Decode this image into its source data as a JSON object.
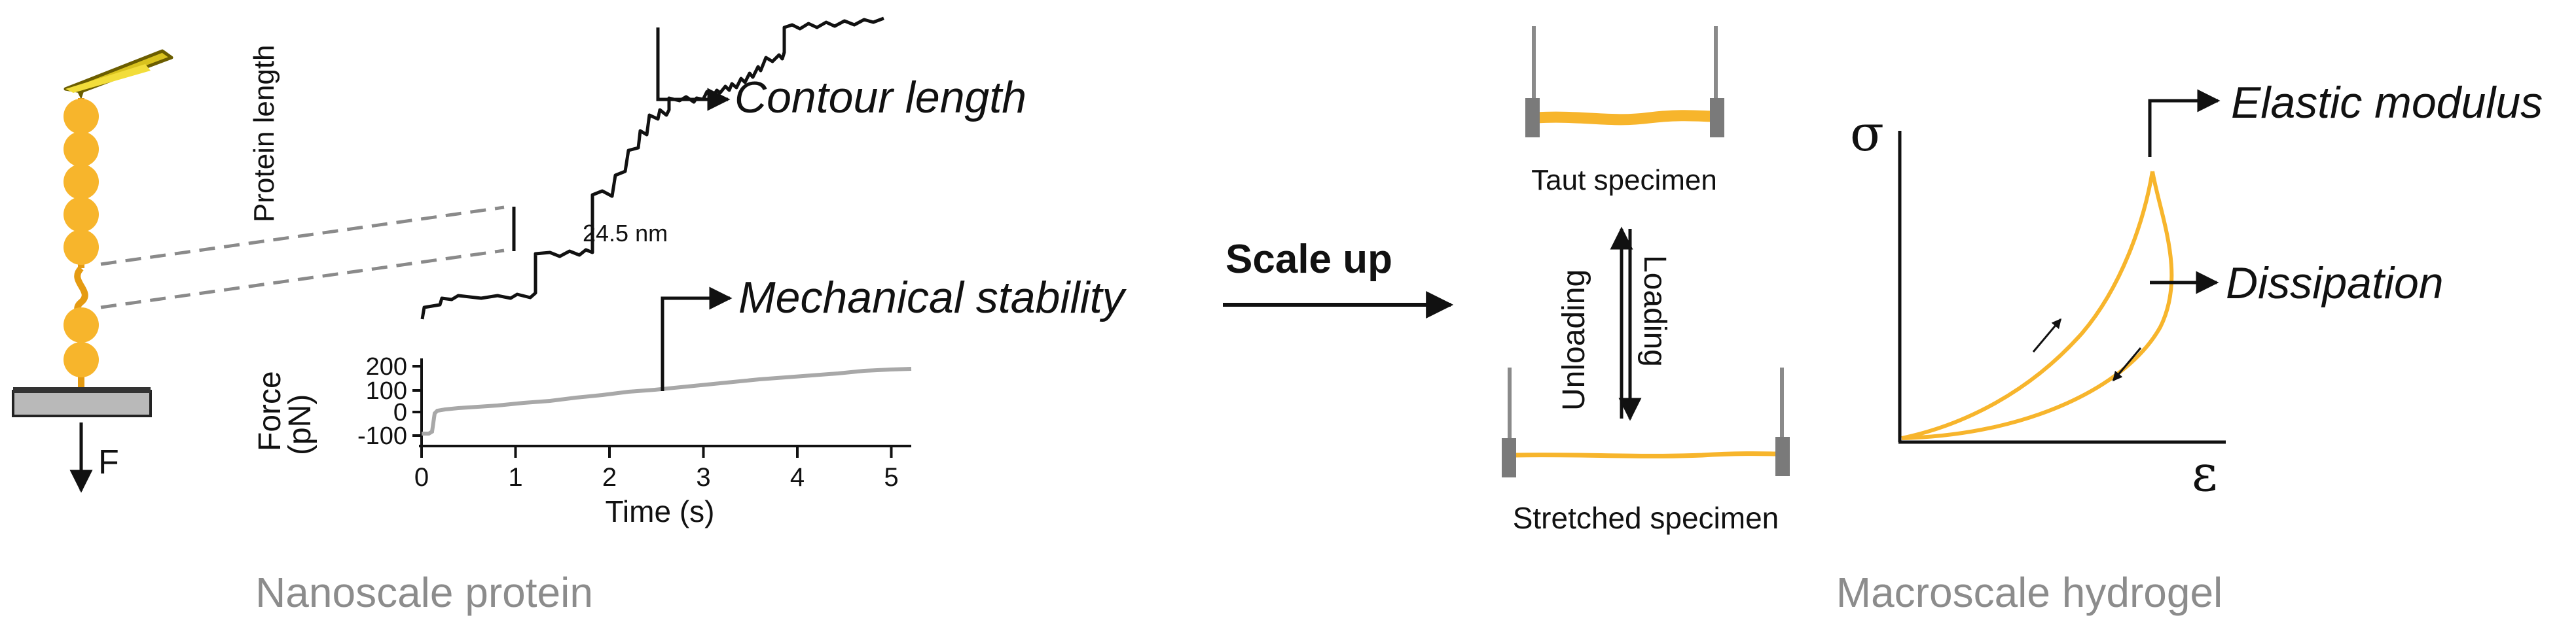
{
  "colors": {
    "protein": "#F7B52C",
    "protein_dark": "#E59B12",
    "trace": "#111111",
    "force_trace": "#A8A8A8",
    "dash": "#8A8A8A",
    "caption": "#8C8C8C",
    "clamp": "#7A7A7A"
  },
  "protein_panel": {
    "force_label": "F",
    "ylabel": "Protein length",
    "step_label": "24.5 nm",
    "contour_label": "Contour length",
    "stability_label": "Mechanical stability",
    "caption": "Nanoscale protein"
  },
  "force_chart": {
    "ylabel_line1": "Force",
    "ylabel_line2": "(pN)",
    "xlabel": "Time (s)",
    "yticks": [
      "200",
      "100",
      "0",
      "-100"
    ],
    "xticks": [
      "0",
      "1",
      "2",
      "3",
      "4",
      "5"
    ]
  },
  "arrow_label": "Scale up",
  "hydrogel_panel": {
    "taut_label": "Taut specimen",
    "stretched_label": "Stretched specimen",
    "unloading_label": "Unloading",
    "loading_label": "Loading",
    "caption": "Macroscale hydrogel"
  },
  "stress_strain": {
    "y_axis_symbol": "σ",
    "x_axis_symbol": "ε",
    "modulus_label": "Elastic modulus",
    "dissipation_label": "Dissipation"
  },
  "icons": [
    "cantilever-icon",
    "bead-chain-icon",
    "substrate-icon",
    "force-arrow-icon",
    "clamp-icon"
  ]
}
